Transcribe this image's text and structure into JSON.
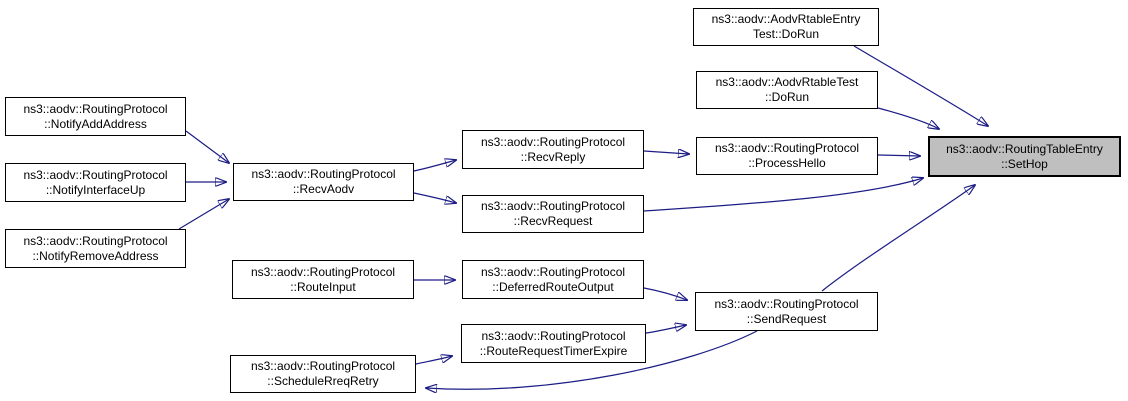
{
  "diagram": {
    "type": "call-graph",
    "colors": {
      "edge": "#1c1c86",
      "node_background": "#ffffff",
      "node_border": "#000000",
      "highlight_background": "#bfbfbf"
    },
    "nodes": [
      {
        "id": "aodv-rtable-entry-test-dorun",
        "line1": "ns3::aodv::AodvRtableEntry",
        "line2": "Test::DoRun",
        "highlighted": false
      },
      {
        "id": "aodv-rtable-test-dorun",
        "line1": "ns3::aodv::AodvRtableTest",
        "line2": "::DoRun",
        "highlighted": false
      },
      {
        "id": "process-hello",
        "line1": "ns3::aodv::RoutingProtocol",
        "line2": "::ProcessHello",
        "highlighted": false
      },
      {
        "id": "set-hop",
        "line1": "ns3::aodv::RoutingTableEntry",
        "line2": "::SetHop",
        "highlighted": true
      },
      {
        "id": "notify-add-address",
        "line1": "ns3::aodv::RoutingProtocol",
        "line2": "::NotifyAddAddress",
        "highlighted": false
      },
      {
        "id": "notify-interface-up",
        "line1": "ns3::aodv::RoutingProtocol",
        "line2": "::NotifyInterfaceUp",
        "highlighted": false
      },
      {
        "id": "notify-remove-address",
        "line1": "ns3::aodv::RoutingProtocol",
        "line2": "::NotifyRemoveAddress",
        "highlighted": false
      },
      {
        "id": "recv-aodv",
        "line1": "ns3::aodv::RoutingProtocol",
        "line2": "::RecvAodv",
        "highlighted": false
      },
      {
        "id": "recv-reply",
        "line1": "ns3::aodv::RoutingProtocol",
        "line2": "::RecvReply",
        "highlighted": false
      },
      {
        "id": "recv-request",
        "line1": "ns3::aodv::RoutingProtocol",
        "line2": "::RecvRequest",
        "highlighted": false
      },
      {
        "id": "route-input",
        "line1": "ns3::aodv::RoutingProtocol",
        "line2": "::RouteInput",
        "highlighted": false
      },
      {
        "id": "deferred-route-output",
        "line1": "ns3::aodv::RoutingProtocol",
        "line2": "::DeferredRouteOutput",
        "highlighted": false
      },
      {
        "id": "send-request",
        "line1": "ns3::aodv::RoutingProtocol",
        "line2": "::SendRequest",
        "highlighted": false
      },
      {
        "id": "route-request-timer-expire",
        "line1": "ns3::aodv::RoutingProtocol",
        "line2": "::RouteRequestTimerExpire",
        "highlighted": false
      },
      {
        "id": "schedule-rreq-retry",
        "line1": "ns3::aodv::RoutingProtocol",
        "line2": "::ScheduleRreqRetry",
        "highlighted": false
      }
    ],
    "edges": [
      {
        "from": "notify-add-address",
        "to": "recv-aodv"
      },
      {
        "from": "notify-interface-up",
        "to": "recv-aodv"
      },
      {
        "from": "notify-remove-address",
        "to": "recv-aodv"
      },
      {
        "from": "recv-aodv",
        "to": "recv-reply"
      },
      {
        "from": "recv-aodv",
        "to": "recv-request"
      },
      {
        "from": "recv-reply",
        "to": "process-hello"
      },
      {
        "from": "process-hello",
        "to": "set-hop"
      },
      {
        "from": "aodv-rtable-entry-test-dorun",
        "to": "set-hop"
      },
      {
        "from": "aodv-rtable-test-dorun",
        "to": "set-hop"
      },
      {
        "from": "recv-request",
        "to": "set-hop"
      },
      {
        "from": "route-input",
        "to": "deferred-route-output"
      },
      {
        "from": "deferred-route-output",
        "to": "send-request"
      },
      {
        "from": "route-request-timer-expire",
        "to": "send-request"
      },
      {
        "from": "send-request",
        "to": "set-hop"
      },
      {
        "from": "send-request",
        "to": "schedule-rreq-retry"
      },
      {
        "from": "schedule-rreq-retry",
        "to": "route-request-timer-expire"
      }
    ]
  }
}
